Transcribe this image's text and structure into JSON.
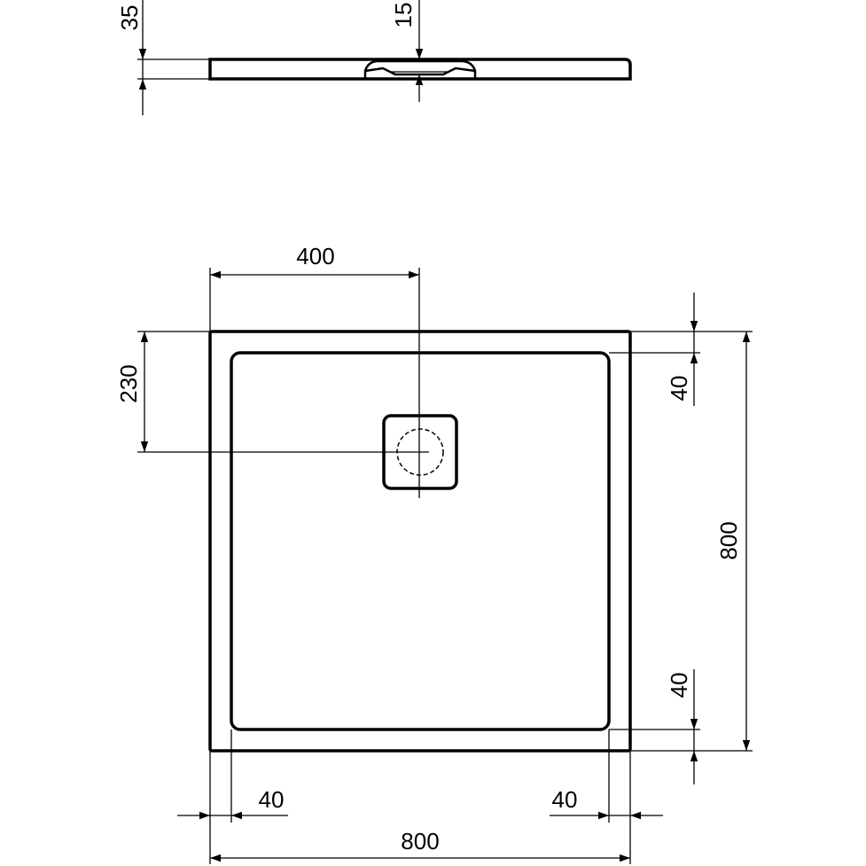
{
  "side_view": {
    "height_dim": "35",
    "drain_depth_dim": "15"
  },
  "plan_view": {
    "drain_x_dim": "400",
    "drain_y_dim": "230",
    "rim_top_dim": "40",
    "rim_bottom_dim": "40",
    "rim_left_dim": "40",
    "rim_right_dim": "40",
    "width_dim": "800",
    "depth_dim": "800"
  },
  "colors": {
    "line": "#000000",
    "background": "#ffffff"
  }
}
